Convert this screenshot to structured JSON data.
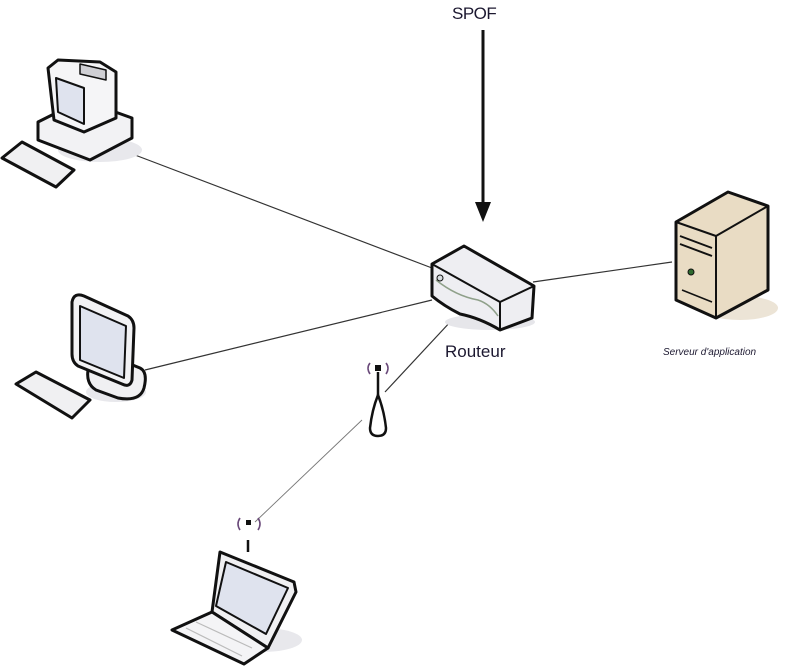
{
  "diagram": {
    "title": "SPOF",
    "nodes": {
      "desktop_crt": {
        "label": ""
      },
      "desktop_flat": {
        "label": ""
      },
      "router": {
        "label": "Routeur"
      },
      "server": {
        "label": "Serveur d'application"
      },
      "access_point": {
        "label": ""
      },
      "laptop": {
        "label": ""
      }
    },
    "annotation": {
      "label": "SPOF",
      "points_to": "router"
    },
    "edges": [
      {
        "from": "desktop_crt",
        "to": "router"
      },
      {
        "from": "desktop_flat",
        "to": "router"
      },
      {
        "from": "router",
        "to": "server"
      },
      {
        "from": "router",
        "to": "access_point"
      },
      {
        "from": "access_point",
        "to": "laptop",
        "type": "wireless"
      }
    ],
    "colors": {
      "stroke": "#111111",
      "device_fill": "#f0f0f2",
      "screen_fill": "#dfe3ee",
      "server_fill": "#e9dcc4",
      "shadow": "#e6e6ea"
    }
  }
}
